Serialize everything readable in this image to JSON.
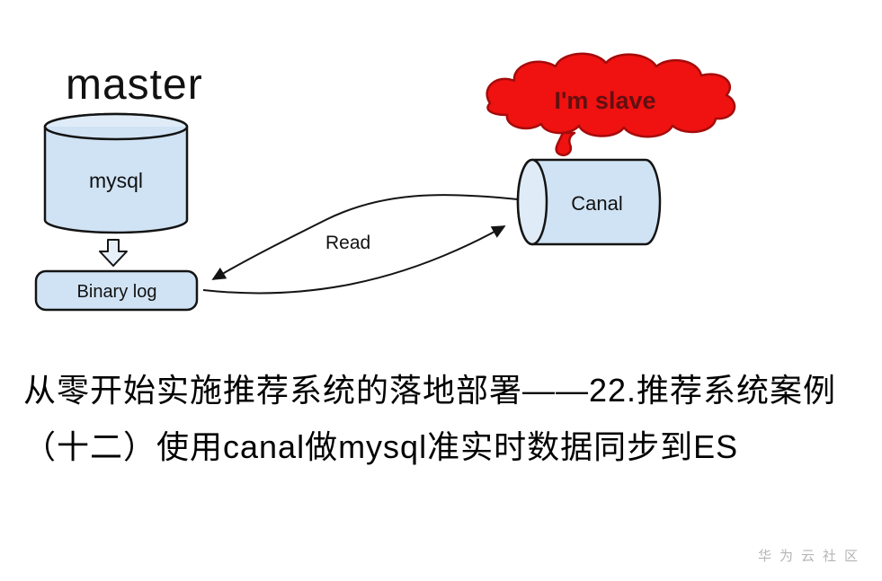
{
  "diagram": {
    "master_label": "master",
    "mysql_label": "mysql",
    "binlog_label": "Binary log",
    "cloud_label": "I'm slave",
    "canal_label": "Canal",
    "read_label": "Read",
    "colors": {
      "shape_fill": "#d0e3f4",
      "shape_cap_fill": "#dfecf8",
      "shape_stroke": "#141414",
      "arrow_color": "#141414",
      "block_arrow_fill": "#e7f0f9",
      "cloud_fill": "#f01111",
      "cloud_stroke": "#a50b0b",
      "cloud_text_color": "#611010",
      "text_color": "#111111",
      "watermark_color": "#b5b5b5"
    }
  },
  "caption": {
    "line1": "从零开始实施推荐系统的落地部署——22.推荐系统案例",
    "line2": "（十二）使用canal做mysql准实时数据同步到ES"
  },
  "watermark": {
    "text": "华为云社区"
  }
}
